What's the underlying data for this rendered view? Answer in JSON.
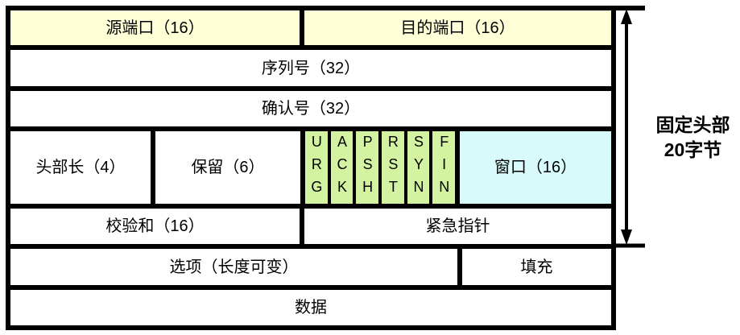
{
  "colors": {
    "ports_row_bg": "#FFFFD8",
    "flag_cell_bg": "#D3F3A0",
    "window_cell_bg": "#D8FAFA",
    "line_color": "#000000",
    "page_bg": "#FFFFFF"
  },
  "fields": {
    "source_port": "源端口（16）",
    "dest_port": "目的端口（16）",
    "sequence_number": "序列号（32）",
    "ack_number": "确认号（32）",
    "header_length": "头部长（4）",
    "reserved": "保留（6）",
    "flags": [
      "URG",
      "ACK",
      "PSH",
      "RST",
      "SYN",
      "FIN"
    ],
    "window": "窗口（16）",
    "checksum": "校验和（16）",
    "urgent_pointer": "紧急指针",
    "options": "选项（长度可变）",
    "padding": "填充",
    "data": "数据"
  },
  "annotation": {
    "line1": "固定头部",
    "line2": "20字节"
  }
}
